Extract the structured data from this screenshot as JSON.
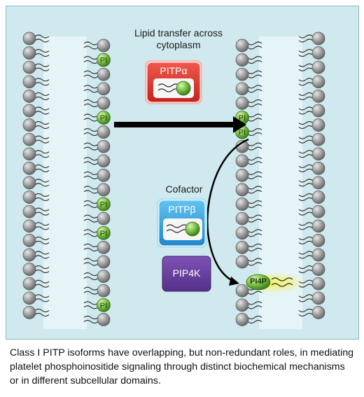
{
  "labels": {
    "transfer_title": "Lipid transfer across cytoplasm",
    "cofactor": "Cofactor",
    "pitp_alpha": "PITPα",
    "pitp_beta": "PITPβ",
    "pip4k": "PIP4K",
    "pi": "PI",
    "pi4p": "PI4P"
  },
  "caption": "Class I PITP isoforms have overlapping, but non-redundant roles, in mediating platelet phosphoinositide signaling through distinct biochemical mechanisms or in different subcellular domains.",
  "colors": {
    "background": "#cfe9ef",
    "lipid_head": "#8c8c8c",
    "pi_head": "#7ac143",
    "pitp_alpha_box": "#e0362c",
    "pitp_beta_box": "#3aa7e0",
    "pip4k_box": "#6b3fa0",
    "pi4p_glow": "#f3ef3a"
  }
}
